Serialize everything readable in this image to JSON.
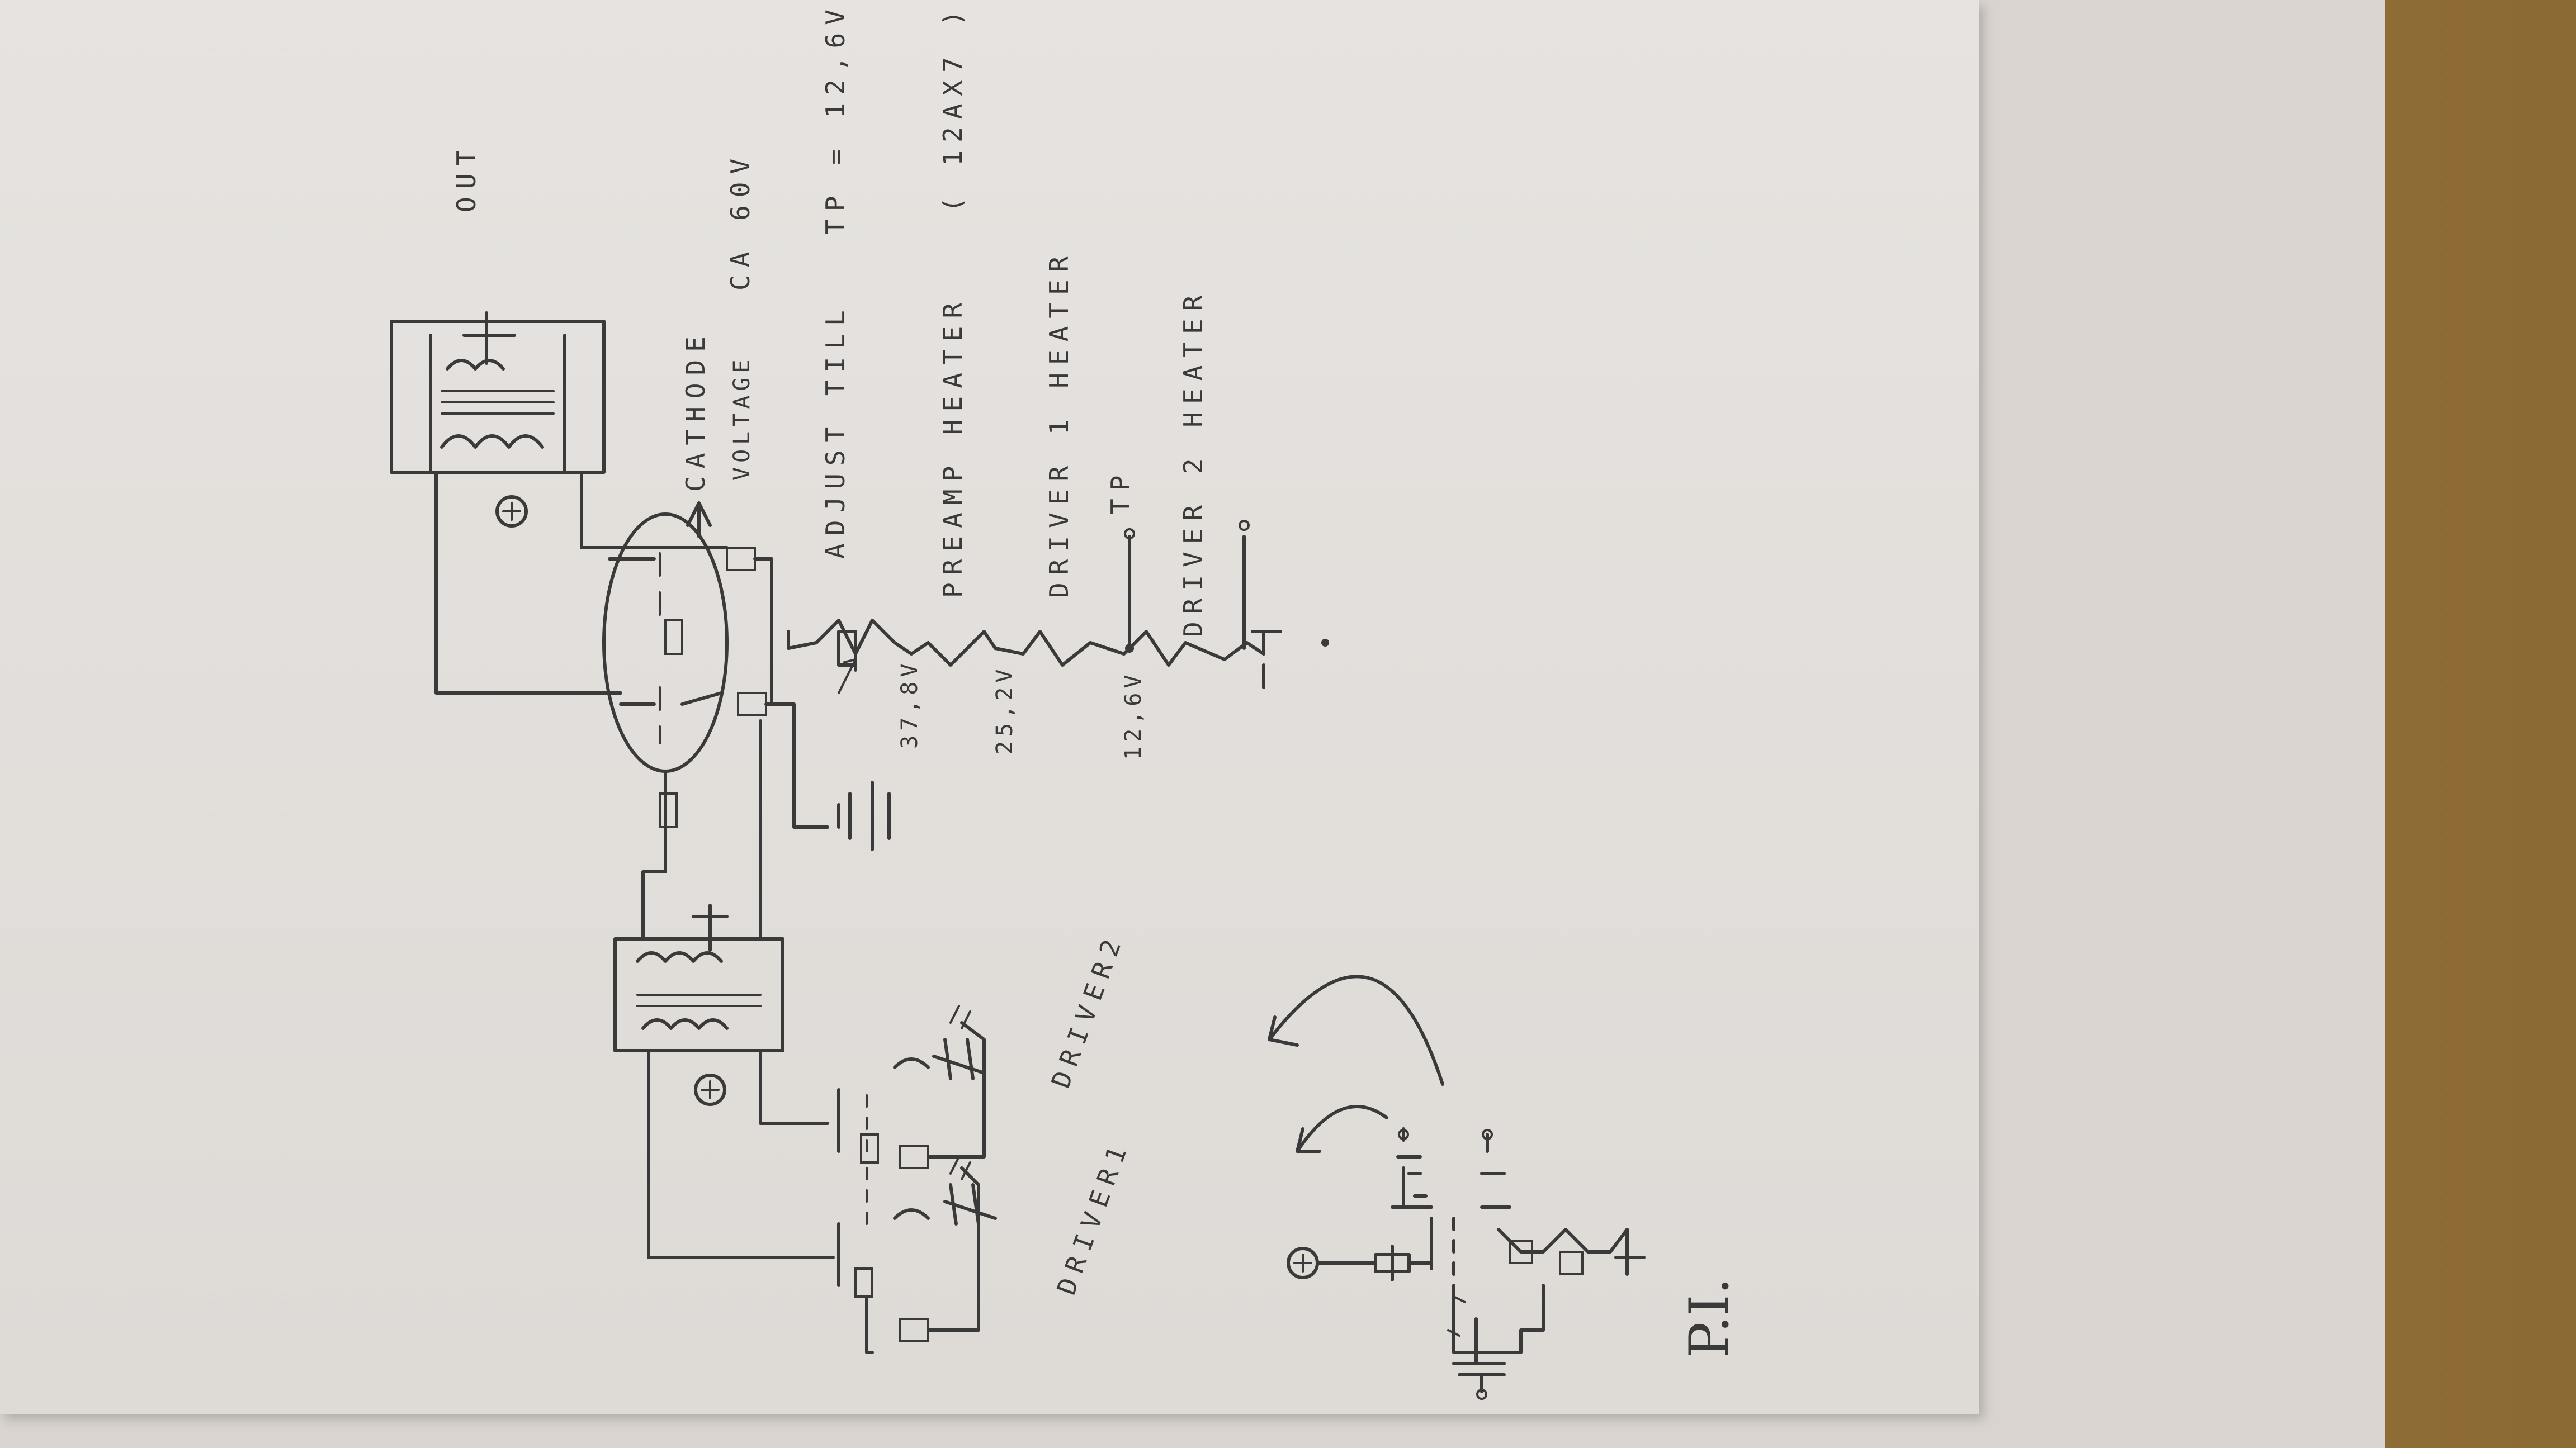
{
  "labels": {
    "out": "OUT",
    "cathode_voltage_1": "CATHODE",
    "cathode_voltage_2": "VOLTAGE",
    "cathode_voltage_3": "CA 60V",
    "adjust": "ADJUST TILL",
    "tp_value": "TP = 12,6V",
    "preamp_heater": "PREAMP HEATER",
    "tube_type": "( 12AX7 )",
    "driver1_heater": "DRIVER 1 HEATER",
    "driver2_heater": "DRIVER 2 HEATER",
    "tp": "TP",
    "v_37_8": "37,8V",
    "v_25_2": "25,2V",
    "v_12_6": "12,6V",
    "driver1": "DRIVER1",
    "driver2": "DRIVER2",
    "pi": "P.I.",
    "plus": "+"
  }
}
